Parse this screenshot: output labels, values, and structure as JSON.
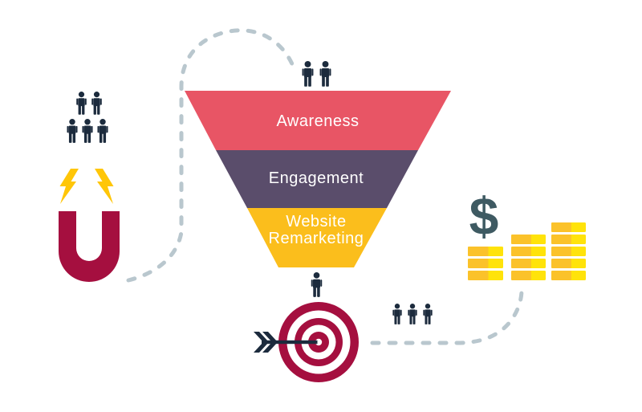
{
  "colors": {
    "background": "#FFFFFF",
    "dash_gray": "#B9C7CE",
    "navy": "#1C2B3D",
    "crimson": "#A50F3F",
    "bolt_yellow": "#FFC608",
    "slate_teal": "#3E5A62",
    "coin_dark": "#FBC22A",
    "coin_light": "#FFE30A",
    "label_text": "#FFFFFF"
  },
  "funnel": {
    "stages": [
      {
        "label": "Awareness",
        "color": "#E85565"
      },
      {
        "label": "Engagement",
        "color": "#5A4D6B"
      },
      {
        "label": "Website Remarketing",
        "color": "#FBBE1C"
      }
    ]
  },
  "money": {
    "currency_symbol": "$",
    "coin_stacks": [
      3,
      4,
      5
    ]
  },
  "icons": {
    "magnet": "u-shape",
    "lightning-bolt": "zigzag-polygon",
    "person": "people-pictogram",
    "target": "bullseye-with-arrow",
    "dollar": "$",
    "coins": "stacked-rectangles"
  }
}
